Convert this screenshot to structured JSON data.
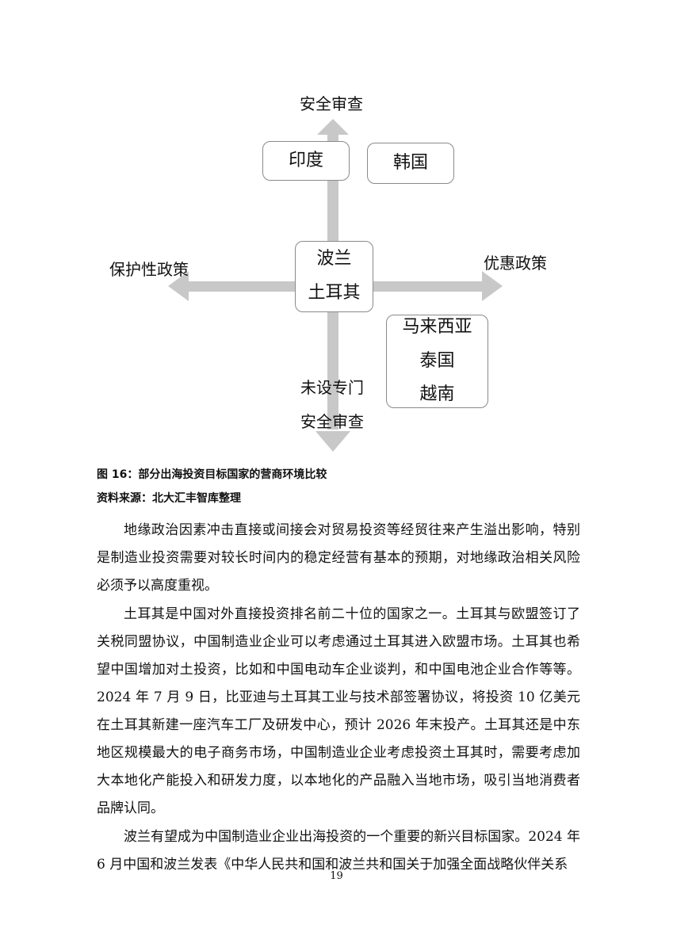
{
  "diagram": {
    "axis_top": "安全审查",
    "axis_left": "保护性政策",
    "axis_right": "优惠政策",
    "axis_bottom_line1": "未设专门",
    "axis_bottom_line2": "安全审查",
    "box_upper_left": "印度",
    "box_upper_right": "韩国",
    "box_center": [
      "波兰",
      "土耳其"
    ],
    "box_lower_right": [
      "马来西亚",
      "泰国",
      "越南"
    ],
    "arrow_color": "#c8c8c8"
  },
  "figure_caption": "图 16：部分出海投资目标国家的营商环境比较",
  "source_note": "资料来源：北大汇丰智库整理",
  "paragraphs": [
    "地缘政治因素冲击直接或间接会对贸易投资等经贸往来产生溢出影响，特别是制造业投资需要对较长时间内的稳定经营有基本的预期，对地缘政治相关风险必须予以高度重视。",
    "土耳其是中国对外直接投资排名前二十位的国家之一。土耳其与欧盟签订了关税同盟协议，中国制造业企业可以考虑通过土耳其进入欧盟市场。土耳其也希望中国增加对土投资，比如和中国电动车企业谈判，和中国电池企业合作等等。2024 年 7 月 9 日，比亚迪与土耳其工业与技术部签署协议，将投资 10 亿美元在土耳其新建一座汽车工厂及研发中心，预计 2026 年末投产。土耳其还是中东地区规模最大的电子商务市场，中国制造业企业考虑投资土耳其时，需要考虑加大本地化产能投入和研发力度，以本地化的产品融入当地市场，吸引当地消费者品牌认同。",
    "波兰有望成为中国制造业企业出海投资的一个重要的新兴目标国家。2024 年 6 月中国和波兰发表《中华人民共和国和波兰共和国关于加强全面战略伙伴关系"
  ],
  "page_number": "19"
}
